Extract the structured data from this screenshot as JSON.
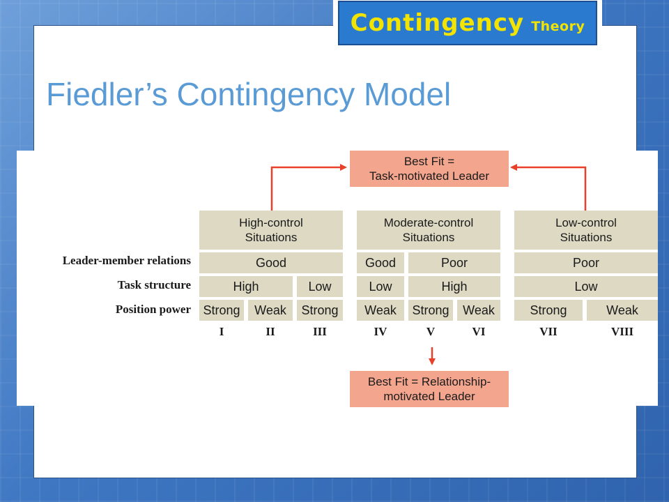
{
  "slide": {
    "badge_main": "Contingency",
    "badge_sub": "Theory",
    "title": "Fiedler’s Contingency Model"
  },
  "diagram": {
    "best_fit_task": [
      "Best Fit =",
      "Task-motivated Leader"
    ],
    "best_fit_relationship": [
      "Best Fit = Relationship-",
      "motivated Leader"
    ],
    "row_labels": {
      "relations": "Leader-member relations",
      "structure": "Task structure",
      "power": "Position power"
    },
    "groups": [
      {
        "line1": "High-control",
        "line2": "Situations"
      },
      {
        "line1": "Moderate-control",
        "line2": "Situations"
      },
      {
        "line1": "Low-control",
        "line2": "Situations"
      }
    ],
    "relations": [
      "Good",
      "Good",
      "Poor",
      "Poor"
    ],
    "structure": [
      "High",
      "Low",
      "Low",
      "High",
      "Low"
    ],
    "power": [
      "Strong",
      "Weak",
      "Strong",
      "Weak",
      "Strong",
      "Weak",
      "Strong",
      "Weak"
    ],
    "octants": [
      "I",
      "II",
      "III",
      "IV",
      "V",
      "VI",
      "VII",
      "VIII"
    ],
    "colors": {
      "cell": "#ddd9c3",
      "fit_box": "#f4a58e",
      "arrow": "#e8402a",
      "title": "#5b9bd5",
      "badge_text": "#f2e400",
      "badge_bg": "#2a7ad0"
    }
  }
}
